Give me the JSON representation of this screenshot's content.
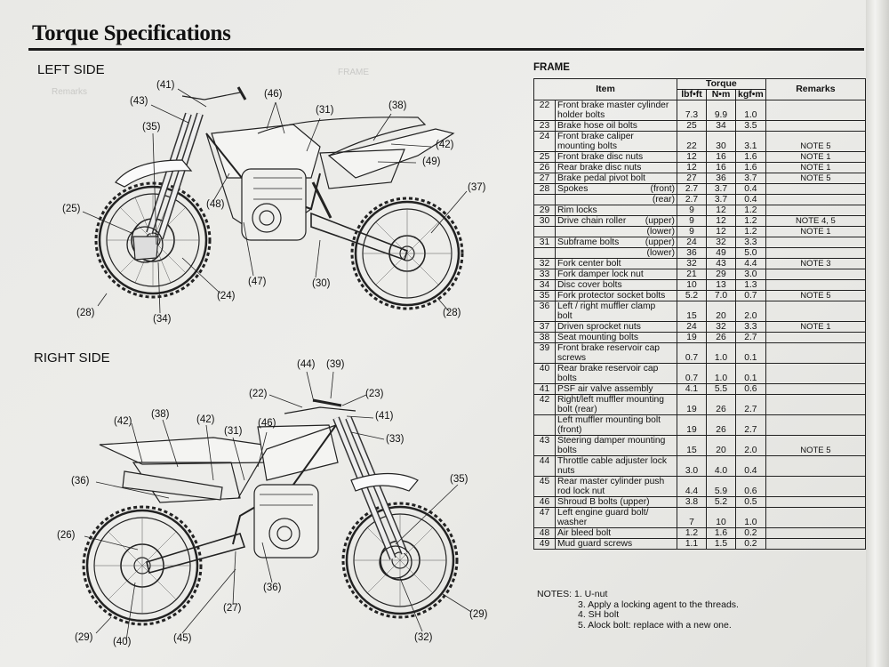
{
  "page": {
    "title": "Torque Specifications"
  },
  "diagram": {
    "left_side_label": "LEFT SIDE",
    "right_side_label": "RIGHT SIDE",
    "left_callouts": [
      "(41)",
      "(43)",
      "(46)",
      "(31)",
      "(38)",
      "(35)",
      "(42)",
      "(49)",
      "(37)",
      "(25)",
      "(48)",
      "(47)",
      "(30)",
      "(24)",
      "(28)",
      "(34)",
      "(28)"
    ],
    "right_callouts": [
      "(44)",
      "(39)",
      "(22)",
      "(23)",
      "(41)",
      "(33)",
      "(42)",
      "(38)",
      "(42)",
      "(31)",
      "(46)",
      "(36)",
      "(35)",
      "(26)",
      "(36)",
      "(27)",
      "(29)",
      "(40)",
      "(45)",
      "(32)",
      "(29)"
    ]
  },
  "table": {
    "section": "FRAME",
    "headers": {
      "item": "Item",
      "torque": "Torque",
      "lbfft": "lbf•ft",
      "nm": "N•m",
      "kgfm": "kgf•m",
      "remarks": "Remarks"
    },
    "rows": [
      {
        "no": "22",
        "lines": [
          {
            "t": "Front brake master cylinder",
            "s": ""
          },
          {
            "t": "holder bolts",
            "s": ""
          }
        ],
        "lbf": "7.3",
        "nm": "9.9",
        "kgf": "1.0",
        "rem": ""
      },
      {
        "no": "23",
        "lines": [
          {
            "t": "Brake hose oil bolts",
            "s": ""
          }
        ],
        "lbf": "25",
        "nm": "34",
        "kgf": "3.5",
        "rem": ""
      },
      {
        "no": "24",
        "lines": [
          {
            "t": "Front brake caliper",
            "s": ""
          },
          {
            "t": "mounting bolts",
            "s": ""
          }
        ],
        "lbf": "22",
        "nm": "30",
        "kgf": "3.1",
        "rem": "NOTE 5"
      },
      {
        "no": "25",
        "lines": [
          {
            "t": "Front brake disc nuts",
            "s": ""
          }
        ],
        "lbf": "12",
        "nm": "16",
        "kgf": "1.6",
        "rem": "NOTE 1"
      },
      {
        "no": "26",
        "lines": [
          {
            "t": "Rear brake disc nuts",
            "s": ""
          }
        ],
        "lbf": "12",
        "nm": "16",
        "kgf": "1.6",
        "rem": "NOTE 1"
      },
      {
        "no": "27",
        "lines": [
          {
            "t": "Brake pedal pivot bolt",
            "s": ""
          }
        ],
        "lbf": "27",
        "nm": "36",
        "kgf": "3.7",
        "rem": "NOTE 5"
      },
      {
        "no": "28",
        "lines": [
          {
            "t": "Spokes",
            "s": "(front)"
          }
        ],
        "lbf": "2.7",
        "nm": "3.7",
        "kgf": "0.4",
        "rem": ""
      },
      {
        "no": "",
        "lines": [
          {
            "t": "",
            "s": "(rear)"
          }
        ],
        "lbf": "2.7",
        "nm": "3.7",
        "kgf": "0.4",
        "rem": ""
      },
      {
        "no": "29",
        "lines": [
          {
            "t": "Rim locks",
            "s": ""
          }
        ],
        "lbf": "9",
        "nm": "12",
        "kgf": "1.2",
        "rem": ""
      },
      {
        "no": "30",
        "lines": [
          {
            "t": "Drive chain roller",
            "s": "(upper)"
          }
        ],
        "lbf": "9",
        "nm": "12",
        "kgf": "1.2",
        "rem": "NOTE 4, 5"
      },
      {
        "no": "",
        "lines": [
          {
            "t": "",
            "s": "(lower)"
          }
        ],
        "lbf": "9",
        "nm": "12",
        "kgf": "1.2",
        "rem": "NOTE 1"
      },
      {
        "no": "31",
        "lines": [
          {
            "t": "Subframe bolts",
            "s": "(upper)"
          }
        ],
        "lbf": "24",
        "nm": "32",
        "kgf": "3.3",
        "rem": ""
      },
      {
        "no": "",
        "lines": [
          {
            "t": "",
            "s": "(lower)"
          }
        ],
        "lbf": "36",
        "nm": "49",
        "kgf": "5.0",
        "rem": ""
      },
      {
        "no": "32",
        "lines": [
          {
            "t": "Fork center bolt",
            "s": ""
          }
        ],
        "lbf": "32",
        "nm": "43",
        "kgf": "4.4",
        "rem": "NOTE 3"
      },
      {
        "no": "33",
        "lines": [
          {
            "t": "Fork damper lock nut",
            "s": ""
          }
        ],
        "lbf": "21",
        "nm": "29",
        "kgf": "3.0",
        "rem": ""
      },
      {
        "no": "34",
        "lines": [
          {
            "t": "Disc cover bolts",
            "s": ""
          }
        ],
        "lbf": "10",
        "nm": "13",
        "kgf": "1.3",
        "rem": ""
      },
      {
        "no": "35",
        "lines": [
          {
            "t": "Fork protector socket bolts",
            "s": ""
          }
        ],
        "lbf": "5.2",
        "nm": "7.0",
        "kgf": "0.7",
        "rem": "NOTE 5"
      },
      {
        "no": "36",
        "lines": [
          {
            "t": "Left / right muffler clamp",
            "s": ""
          },
          {
            "t": "bolt",
            "s": ""
          }
        ],
        "lbf": "15",
        "nm": "20",
        "kgf": "2.0",
        "rem": ""
      },
      {
        "no": "37",
        "lines": [
          {
            "t": "Driven sprocket nuts",
            "s": ""
          }
        ],
        "lbf": "24",
        "nm": "32",
        "kgf": "3.3",
        "rem": "NOTE 1"
      },
      {
        "no": "38",
        "lines": [
          {
            "t": "Seat mounting bolts",
            "s": ""
          }
        ],
        "lbf": "19",
        "nm": "26",
        "kgf": "2.7",
        "rem": ""
      },
      {
        "no": "39",
        "lines": [
          {
            "t": "Front brake reservoir cap",
            "s": ""
          },
          {
            "t": "screws",
            "s": ""
          }
        ],
        "lbf": "0.7",
        "nm": "1.0",
        "kgf": "0.1",
        "rem": ""
      },
      {
        "no": "40",
        "lines": [
          {
            "t": "Rear brake reservoir cap",
            "s": ""
          },
          {
            "t": "bolts",
            "s": ""
          }
        ],
        "lbf": "0.7",
        "nm": "1.0",
        "kgf": "0.1",
        "rem": ""
      },
      {
        "no": "41",
        "lines": [
          {
            "t": "PSF air valve assembly",
            "s": ""
          }
        ],
        "lbf": "4.1",
        "nm": "5.5",
        "kgf": "0.6",
        "rem": ""
      },
      {
        "no": "42",
        "lines": [
          {
            "t": "Right/left muffler mounting",
            "s": ""
          },
          {
            "t": "bolt (rear)",
            "s": ""
          }
        ],
        "lbf": "19",
        "nm": "26",
        "kgf": "2.7",
        "rem": ""
      },
      {
        "no": "",
        "lines": [
          {
            "t": "Left muffler mounting bolt",
            "s": ""
          },
          {
            "t": "(front)",
            "s": ""
          }
        ],
        "lbf": "19",
        "nm": "26",
        "kgf": "2.7",
        "rem": ""
      },
      {
        "no": "43",
        "lines": [
          {
            "t": "Steering damper mounting",
            "s": ""
          },
          {
            "t": "bolts",
            "s": ""
          }
        ],
        "lbf": "15",
        "nm": "20",
        "kgf": "2.0",
        "rem": "NOTE 5"
      },
      {
        "no": "44",
        "lines": [
          {
            "t": "Throttle cable adjuster lock",
            "s": ""
          },
          {
            "t": "nuts",
            "s": ""
          }
        ],
        "lbf": "3.0",
        "nm": "4.0",
        "kgf": "0.4",
        "rem": ""
      },
      {
        "no": "45",
        "lines": [
          {
            "t": "Rear master cylinder push",
            "s": ""
          },
          {
            "t": "rod lock nut",
            "s": ""
          }
        ],
        "lbf": "4.4",
        "nm": "5.9",
        "kgf": "0.6",
        "rem": ""
      },
      {
        "no": "46",
        "lines": [
          {
            "t": "Shroud B bolts (upper)",
            "s": ""
          }
        ],
        "lbf": "3.8",
        "nm": "5.2",
        "kgf": "0.5",
        "rem": ""
      },
      {
        "no": "47",
        "lines": [
          {
            "t": "Left engine guard bolt/",
            "s": ""
          },
          {
            "t": "washer",
            "s": ""
          }
        ],
        "lbf": "7",
        "nm": "10",
        "kgf": "1.0",
        "rem": ""
      },
      {
        "no": "48",
        "lines": [
          {
            "t": "Air bleed bolt",
            "s": ""
          }
        ],
        "lbf": "1.2",
        "nm": "1.6",
        "kgf": "0.2",
        "rem": ""
      },
      {
        "no": "49",
        "lines": [
          {
            "t": "Mud guard screws",
            "s": ""
          }
        ],
        "lbf": "1.1",
        "nm": "1.5",
        "kgf": "0.2",
        "rem": ""
      }
    ]
  },
  "notes": [
    "NOTES: 1. U-nut",
    "3. Apply a locking agent to the threads.",
    "4. SH bolt",
    "5. Alock bolt: replace with a new one."
  ]
}
